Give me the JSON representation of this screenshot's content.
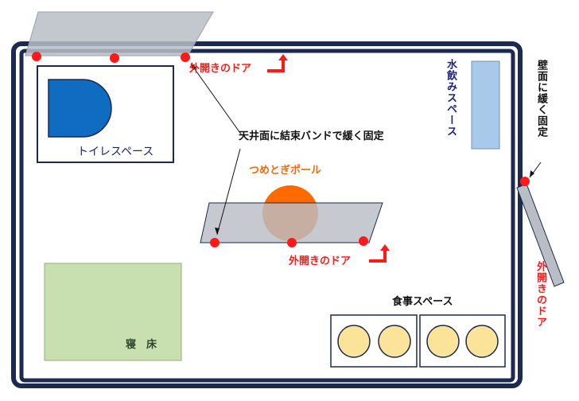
{
  "labels": {
    "toilet_space": "トイレスペース",
    "water_space": "水飲みスペース",
    "wall_fix": "壁面に緩く固定",
    "ceiling_fix": "天井面に結束バンドで緩く固定",
    "scratch_pole": "つめとぎポール",
    "door_top": "外開きのドア",
    "door_middle": "外開きのドア",
    "door_right": "外開きのドア",
    "bed": "寝　床",
    "meal_space": "食事スペース"
  },
  "colors": {
    "cage_frame": "#1b2a4e",
    "toilet_fill": "#0f6cc0",
    "water_fill": "#a9c9ea",
    "bed_fill": "#c8dfb0",
    "pole_fill": "#ff6a00",
    "door_panel": "#b9bdc6",
    "bowl_fill": "#fbe49a",
    "marker_red": "#ff1a1a"
  }
}
